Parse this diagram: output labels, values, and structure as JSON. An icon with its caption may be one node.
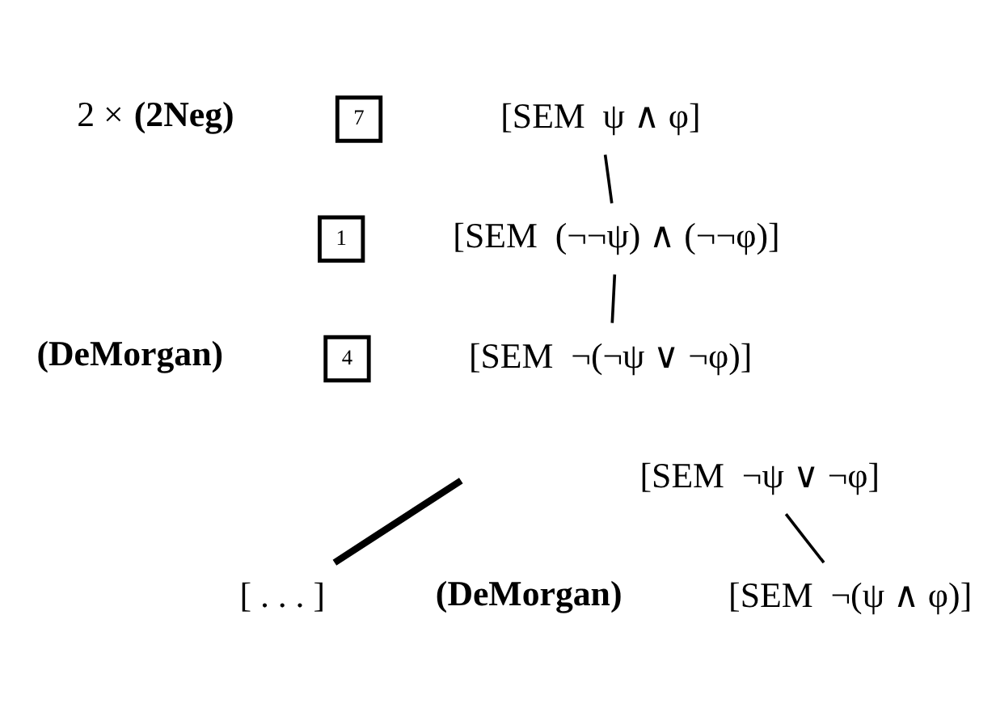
{
  "diagram": {
    "nodes": [
      {
        "text": [
          "7"
        ]
      },
      {
        "text": [
          "[SEM  ψ ∧ φ]"
        ]
      },
      {
        "text": [
          "1"
        ]
      },
      {
        "text": [
          "[SEM  (¬¬ψ) ∧ (¬¬φ)]"
        ]
      },
      {
        "text": [
          "4"
        ]
      },
      {
        "text": [
          "[SEM  ¬(¬ψ ∨ ¬φ)]"
        ]
      },
      {
        "text": [
          "[SEM  ¬ψ ∨ ¬φ]"
        ]
      },
      {
        "text": [
          "[ . . . ]"
        ]
      },
      {
        "text": [
          "[SEM  ¬(ψ ∧ φ)]"
        ]
      }
    ],
    "edges": [
      {
        "from": 1,
        "to": 3,
        "arrow": "none"
      },
      {
        "from": 3,
        "to": 5,
        "arrow": "none"
      },
      {
        "from": null,
        "to": 7,
        "arrow": "none",
        "style": "thick"
      },
      {
        "from": 6,
        "to": 8,
        "arrow": "none"
      }
    ],
    "labels": [
      "2 × **(2Neg)**",
      "(DeMorgan)",
      "(DeMorgan)"
    ]
  }
}
